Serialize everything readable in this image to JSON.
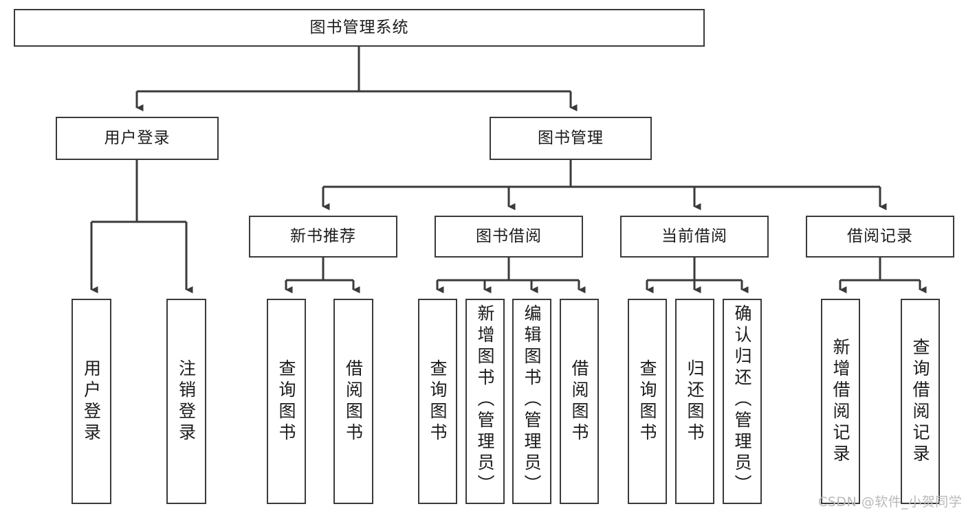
{
  "diagram": {
    "title": "图书管理系统",
    "type": "tree",
    "watermark": "CSDN @软件_小贺同学",
    "colors": {
      "border": "#3a3a3a",
      "text": "#1b1b1b",
      "background": "#ffffff",
      "watermark": "#b9b9b9"
    },
    "root": {
      "label": "图书管理系统"
    },
    "level2": [
      {
        "label": "用户登录"
      },
      {
        "label": "图书管理"
      }
    ],
    "level3": [
      {
        "label": "新书推荐"
      },
      {
        "label": "图书借阅"
      },
      {
        "label": "当前借阅"
      },
      {
        "label": "借阅记录"
      }
    ],
    "leaves": {
      "user_login": [
        {
          "label": "用户登录"
        },
        {
          "label": "注销登录"
        }
      ],
      "new_book": [
        {
          "label": "查询图书"
        },
        {
          "label": "借阅图书"
        }
      ],
      "book_borrow": [
        {
          "label": "查询图书"
        },
        {
          "label": "新增图书（管理员）"
        },
        {
          "label": "编辑图书（管理员）"
        },
        {
          "label": "借阅图书"
        }
      ],
      "current_borrow": [
        {
          "label": "查询图书"
        },
        {
          "label": "归还图书"
        },
        {
          "label": "确认归还（管理员）"
        }
      ],
      "borrow_record": [
        {
          "label": "新增借阅记录"
        },
        {
          "label": "查询借阅记录"
        }
      ]
    }
  }
}
